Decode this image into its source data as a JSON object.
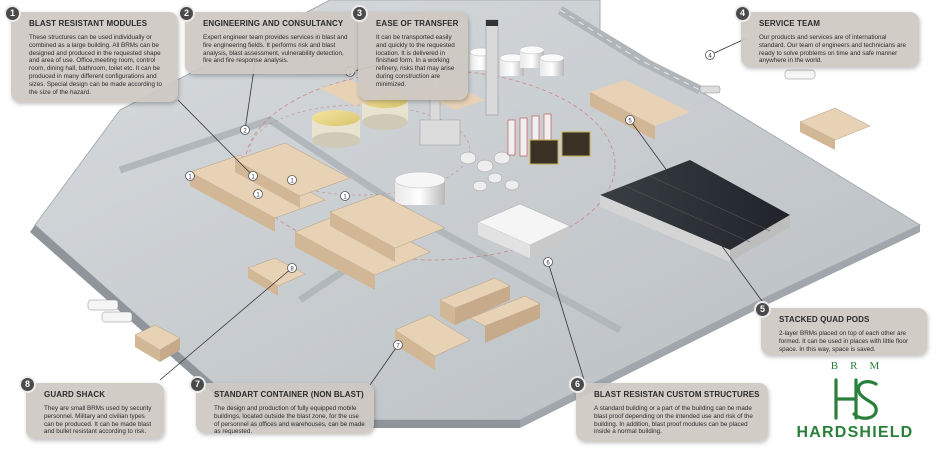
{
  "callouts": [
    {
      "number": "1",
      "title": "BLAST RESISTANT MODULES",
      "text": "These structures can be used individually or combined as a large building. All BRMs can be designed and produced in the requested shape and area of use. Office,meeting room, control room, dining hall, bathroom, toilet etc. It can be produced in many different configurations and sizes. Special design can be made according to the size of the hazard."
    },
    {
      "number": "2",
      "title": "ENGINEERING AND CONSULTANCY",
      "text": "Expert engineer team provides services in blast and fire engineering fields. It performs risk and blast analysis, blast assessment, vulnerability detection, fire and fire response analysis."
    },
    {
      "number": "3",
      "title": "EASE OF TRANSFER",
      "text": "It can be transported easily and quickly to the requested location. It is delivered in finished form. In a working refinery, risks that may arise during construction are minimized."
    },
    {
      "number": "4",
      "title": "SERVICE TEAM",
      "text": "Our products and services are of international standard. Our team of engineers and technicians are ready to solve problems on time and safe manner anywhere in the world."
    },
    {
      "number": "5",
      "title": "STACKED QUAD PODS",
      "text": "2-layer BRMs placed on top of each other are formed. It can be used in places with little floor space. In this way, space is saved."
    },
    {
      "number": "6",
      "title": "BLAST RESISTAN CUSTOM STRUCTURES",
      "text": "A standard building or a part of the building can be made blast proof depending on the intended use and risk of the building. In addition, blast proof modules can be placed inside a normal building."
    },
    {
      "number": "7",
      "title": "STANDART CONTAINER (NON BLAST)",
      "text": "The design and production of fully equipped mobile buildings, located outside the blast zone, for the use of personnel as offices and warehouses, can be made as requested."
    },
    {
      "number": "8",
      "title": "GUARD SHACK",
      "text": "They are small BRMs used by security personnel. Military and civilian types can be produced. It can be made blast and bullet resistant according to risk."
    }
  ],
  "markers": [
    "1",
    "1",
    "1",
    "1",
    "1",
    "2",
    "3",
    "4",
    "5",
    "6",
    "7",
    "8"
  ],
  "module_label": "HARDSHIELD",
  "logo": {
    "top": "BRM",
    "mark": "HS",
    "word": "HARDSHIELD"
  },
  "colors": {
    "brand_green": "#2a7f3a",
    "callout_bg": "#cdc8c2",
    "ground": "#c3c8cc",
    "module": "#d8bfa2"
  }
}
